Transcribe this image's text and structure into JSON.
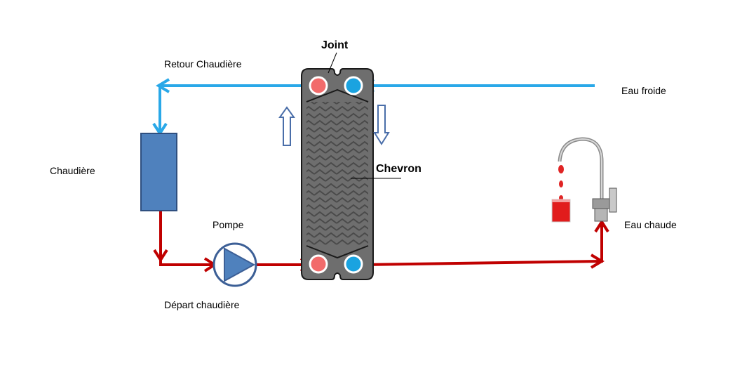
{
  "labels": {
    "joint": "Joint",
    "chevron": "Chevron",
    "retour_chaudiere": "Retour Chaudière",
    "eau_froide": "Eau froide",
    "chaudiere": "Chaudière",
    "pompe": "Pompe",
    "depart_chaudiere": "Départ chaudière",
    "eau_chaude": "Eau chaude"
  },
  "colors": {
    "cold_line": "#29a8e8",
    "hot_line": "#c00000",
    "boiler_fill": "#4f81bd",
    "boiler_stroke": "#2f4f7f",
    "plate_body": "#6e6e6e",
    "port_hot": "#f26b6b",
    "port_cold": "#1aa3e0",
    "flow_arrow": "#4a6ea9"
  },
  "icons": [
    "boiler-block",
    "pump-icon",
    "plate-heat-exchanger",
    "faucet-icon",
    "glass-icon"
  ]
}
